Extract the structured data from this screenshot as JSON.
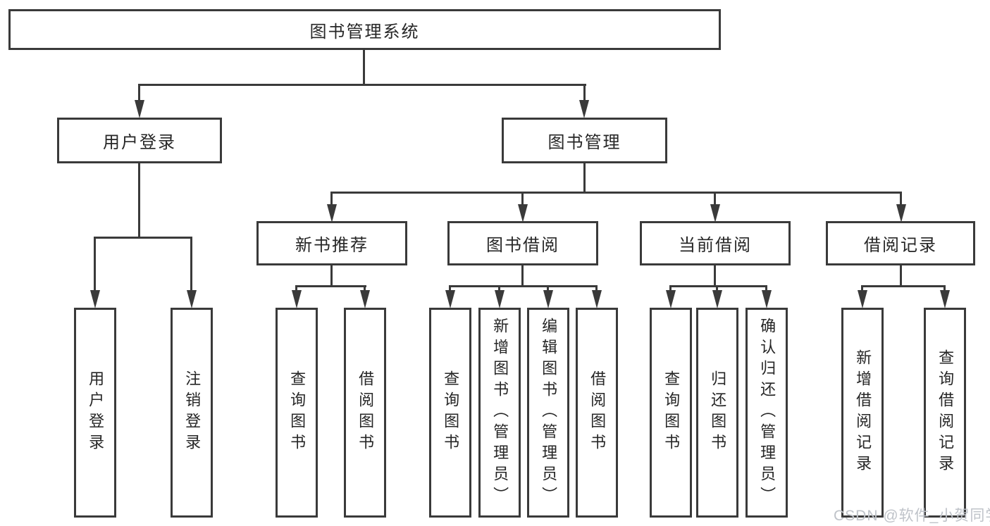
{
  "diagram": {
    "root": {
      "label": "图书管理系统"
    },
    "branches": [
      {
        "label": "用户登录",
        "leaves": [
          {
            "label": "用户登录"
          },
          {
            "label": "注销登录"
          }
        ]
      },
      {
        "label": "图书管理",
        "sections": [
          {
            "label": "新书推荐",
            "leaves": [
              {
                "label": "查询图书"
              },
              {
                "label": "借阅图书"
              }
            ]
          },
          {
            "label": "图书借阅",
            "leaves": [
              {
                "label": "查询图书"
              },
              {
                "label": "新增图书（管理员）"
              },
              {
                "label": "编辑图书（管理员）"
              },
              {
                "label": "借阅图书"
              }
            ]
          },
          {
            "label": "当前借阅",
            "leaves": [
              {
                "label": "查询图书"
              },
              {
                "label": "归还图书"
              },
              {
                "label": "确认归还（管理员）"
              }
            ]
          },
          {
            "label": "借阅记录",
            "leaves": [
              {
                "label": "新增借阅记录"
              },
              {
                "label": "查询借阅记录"
              }
            ]
          }
        ]
      }
    ]
  },
  "watermark": {
    "text": "CSDN @软件_小贺同学"
  },
  "colors": {
    "line": "#3a3a3a",
    "text": "#262626",
    "watermark": "#bfc3c9",
    "background": "#ffffff"
  }
}
